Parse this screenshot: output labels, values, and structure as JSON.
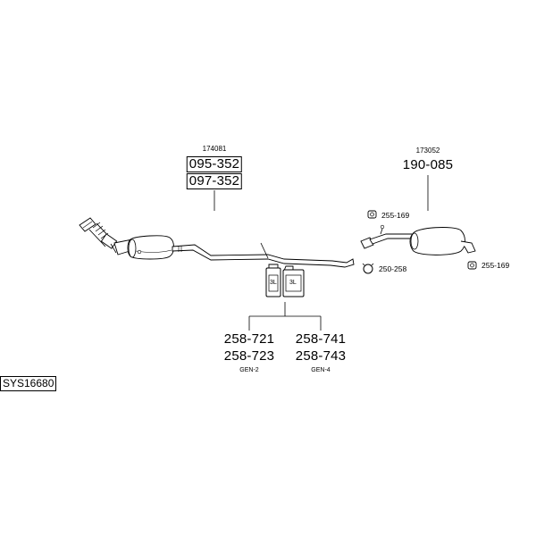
{
  "front_section": {
    "ref_code": "174081",
    "parts": [
      "095-352",
      "097-352"
    ]
  },
  "rear_section": {
    "ref_code": "173052",
    "part": "190-085"
  },
  "hardware": {
    "hanger_top": "255-169",
    "hanger_right": "255-169",
    "clamp": "250-258"
  },
  "consumables": {
    "left": {
      "codes": [
        "258-721",
        "258-723"
      ],
      "label": "GEN-2"
    },
    "right": {
      "codes": [
        "258-741",
        "258-743"
      ],
      "label": "GEN-4"
    },
    "can_labels": [
      "3L",
      "3L"
    ]
  },
  "system_id": "SYS16680"
}
